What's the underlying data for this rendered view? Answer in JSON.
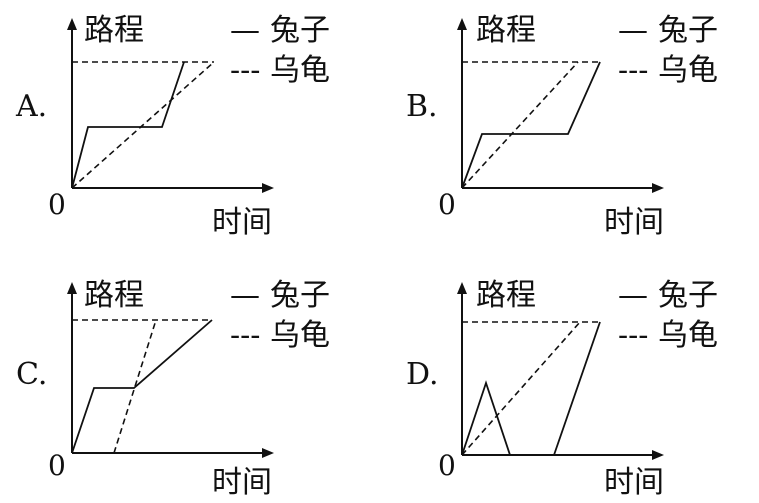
{
  "panels": [
    {
      "option": "A.",
      "ylabel": "路程",
      "xlabel": "时间",
      "origin": "0",
      "legend": [
        {
          "mark": "—",
          "name": "兔子",
          "style": "solid"
        },
        {
          "mark": "---",
          "name": "乌龟",
          "style": "dashed"
        }
      ]
    },
    {
      "option": "B.",
      "ylabel": "路程",
      "xlabel": "时间",
      "origin": "0",
      "legend": [
        {
          "mark": "—",
          "name": "兔子",
          "style": "solid"
        },
        {
          "mark": "---",
          "name": "乌龟",
          "style": "dashed"
        }
      ]
    },
    {
      "option": "C.",
      "ylabel": "路程",
      "xlabel": "时间",
      "origin": "0",
      "legend": [
        {
          "mark": "—",
          "name": "兔子",
          "style": "solid"
        },
        {
          "mark": "---",
          "name": "乌龟",
          "style": "dashed"
        }
      ]
    },
    {
      "option": "D.",
      "ylabel": "路程",
      "xlabel": "时间",
      "origin": "0",
      "legend": [
        {
          "mark": "—",
          "name": "兔子",
          "style": "solid"
        },
        {
          "mark": "---",
          "name": "乌龟",
          "style": "dashed"
        }
      ]
    }
  ]
}
